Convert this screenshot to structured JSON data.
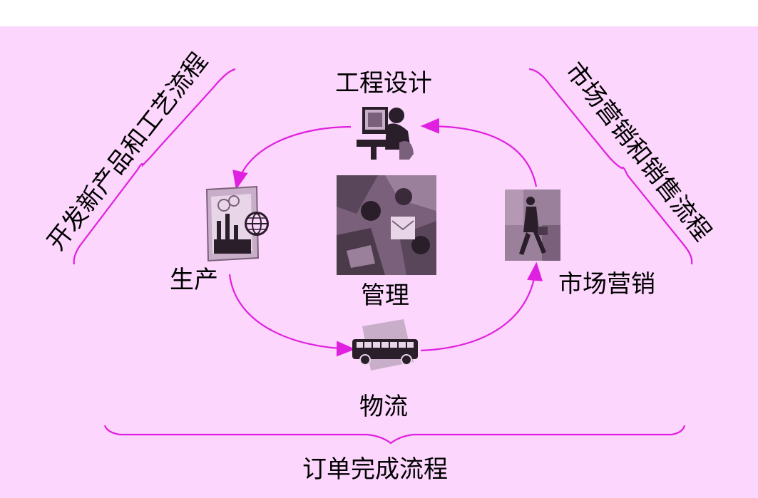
{
  "diagram": {
    "center_label": "管理",
    "nodes": {
      "top": "工程设计",
      "left": "生产",
      "right": "市场营销",
      "bottom": "物流"
    },
    "processes": {
      "left_brace": "开发新产品和工艺流程",
      "right_brace": "市场营销和销售流程",
      "bottom_brace": "订单完成流程"
    },
    "colors": {
      "background": "#fcd6fc",
      "arrow": "#e020e0",
      "icon_dark": "#2a1e2a",
      "icon_mid": "#7a607a",
      "icon_light": "#c8aec8"
    },
    "icons": {
      "top": "person-at-computer-icon",
      "left": "factory-globe-icon",
      "center": "meeting-collage-icon",
      "right": "businesswoman-walking-icon",
      "bottom": "bus-icon"
    }
  }
}
